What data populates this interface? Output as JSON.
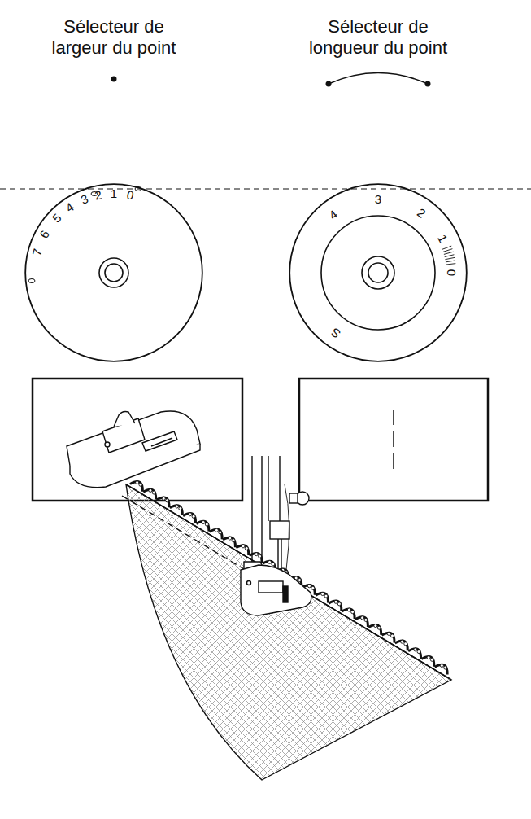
{
  "diagram": {
    "nodes": [
      {
        "text": [
          "Sélecteur de largeur du point",
          "0",
          "1",
          "2",
          "3",
          "4",
          "5",
          "6",
          "7"
        ]
      },
      {
        "text": [
          "Sélecteur de longueur du point",
          "4",
          "3",
          "2",
          "1",
          "0",
          "S"
        ]
      }
    ]
  }
}
